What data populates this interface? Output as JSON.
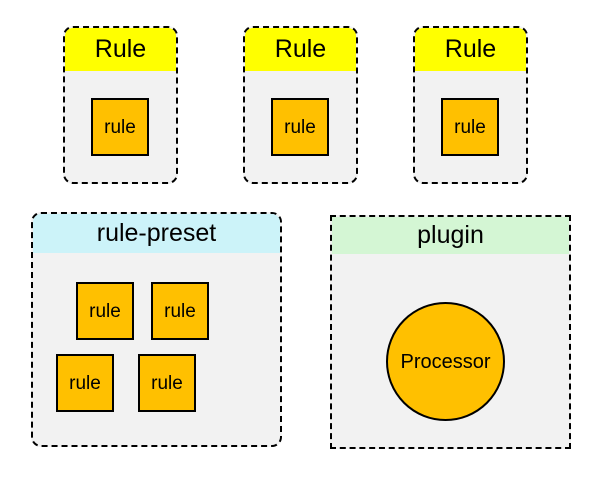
{
  "colors": {
    "rule-header": "#ffff00",
    "preset-header": "#ccf3f9",
    "plugin-header": "#d4f6d4",
    "node-fill": "#ffc000",
    "card-body": "#f2f2f2",
    "border": "#000000",
    "text": "#000000"
  },
  "rule_cards": [
    {
      "title": "Rule",
      "node": "rule"
    },
    {
      "title": "Rule",
      "node": "rule"
    },
    {
      "title": "Rule",
      "node": "rule"
    }
  ],
  "preset_card": {
    "title": "rule-preset",
    "nodes": [
      "rule",
      "rule",
      "rule",
      "rule"
    ]
  },
  "plugin_card": {
    "title": "plugin",
    "node": "Processor"
  }
}
